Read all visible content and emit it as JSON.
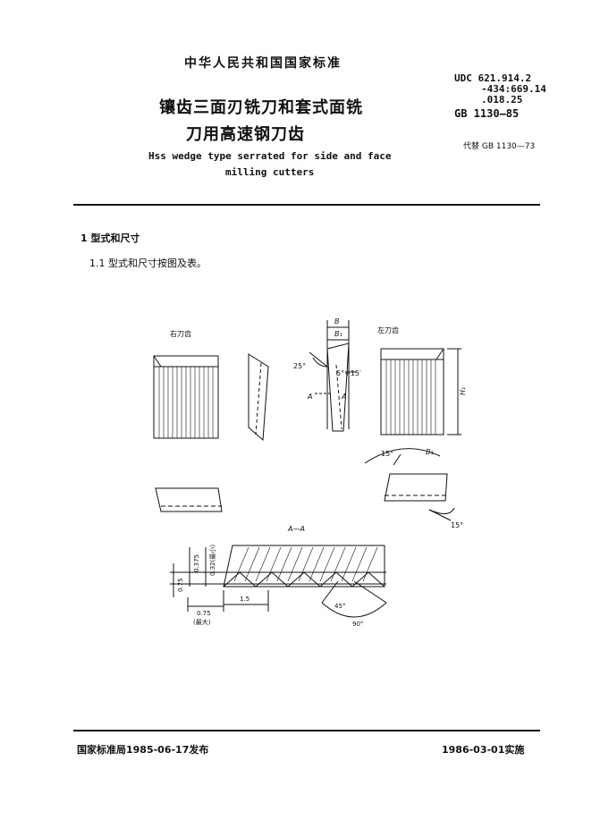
{
  "header": {
    "standard_category": "中华人民共和国国家标准",
    "title_cn_line1": "镶齿三面刃铣刀和套式面铣",
    "title_cn_line2": "刀用高速钢刀齿",
    "title_en_line1": "Hss wedge type serrated for side and face",
    "title_en_line2": "milling cutters",
    "udc_line1": "UDC 621.914.2",
    "udc_line2": "-434:669.14",
    "udc_line3": ".018.25",
    "gb_code": "GB 1130—85",
    "replaces": "代替 GB 1130—73"
  },
  "body": {
    "section_1": "1  型式和尺寸",
    "section_1_1": "1.1  型式和尺寸按图及表。"
  },
  "figure": {
    "label_right_tooth": "右刀齿",
    "label_left_tooth": "左刀齿",
    "label_B": "B",
    "label_B1_top": "B₁",
    "label_25deg": "25°",
    "label_5deg": "5°+15′",
    "label_A_left": "A",
    "label_A_right": "A",
    "label_H1": "H₁",
    "label_15deg_top": "15°",
    "label_B1_side": "B₁",
    "label_15deg_bottom": "15°",
    "label_section": "A—A",
    "dim_0375": "0.375",
    "dim_032": "0.32(最小)",
    "dim_075_vert": "0.75",
    "dim_075_horiz": "0.75",
    "dim_max": "(最大)",
    "dim_15": "1.5",
    "angle_45": "45°",
    "angle_90": "90°"
  },
  "footer": {
    "issued": "国家标准局1985-06-17发布",
    "effective": "1986-03-01实施"
  }
}
